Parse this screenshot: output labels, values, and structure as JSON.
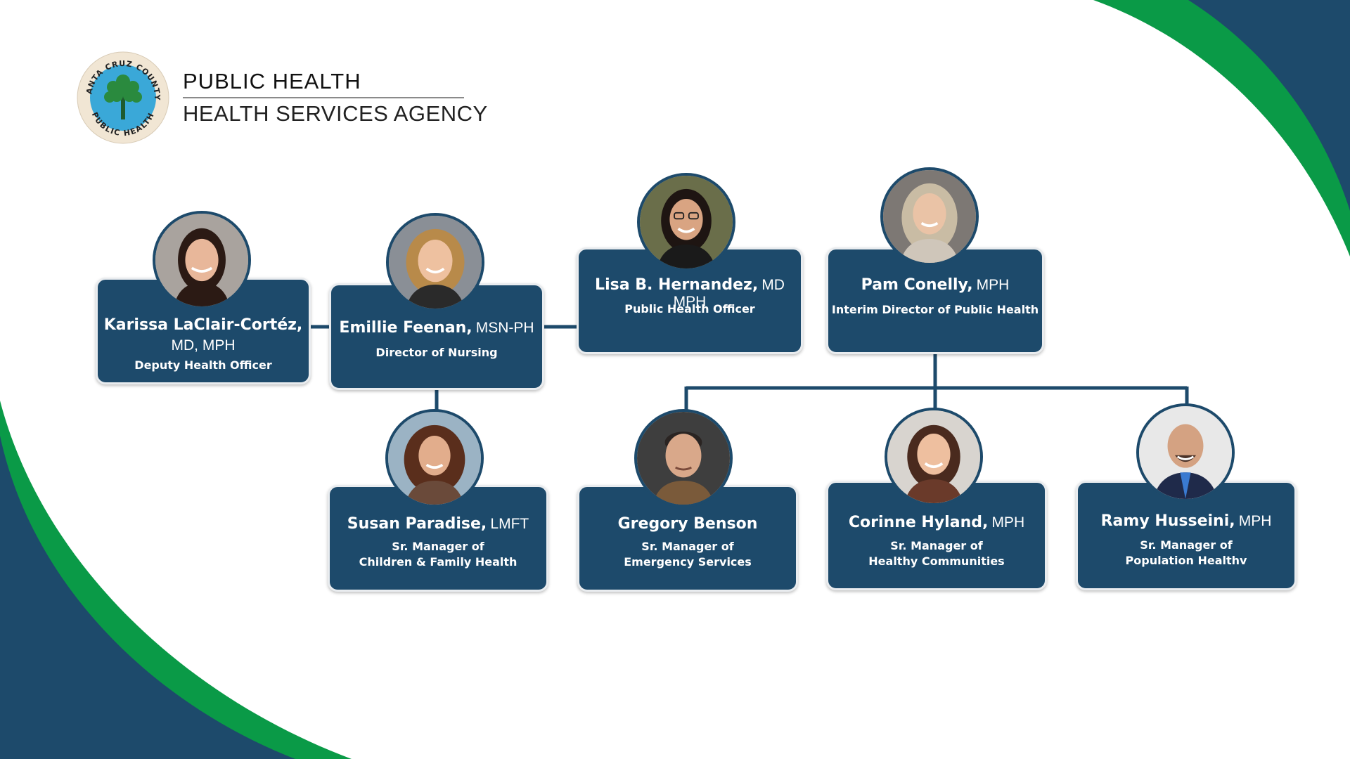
{
  "header": {
    "title": "PUBLIC HEALTH",
    "subtitle": "HEALTH SERVICES AGENCY",
    "logo_text_top": "SANTA CRUZ COUNTY",
    "logo_text_bottom": "PUBLIC HEALTH"
  },
  "colors": {
    "navy": "#1d4a6b",
    "green": "#0a9a47",
    "card_border": "#e9ecef"
  },
  "people": [
    {
      "name": "Karissa LaClair-Cortéz,",
      "credentials": "MD, MPH",
      "role": "Deputy Health Officer"
    },
    {
      "name": "Emillie Feenan,",
      "credentials": "MSN-PH",
      "role": "Director of Nursing"
    },
    {
      "name": "Lisa B. Hernandez,",
      "credentials": "MD MPH",
      "role": "Public Health Officer"
    },
    {
      "name": "Pam Conelly,",
      "credentials": "MPH",
      "role": "Interim Director of Public Health"
    },
    {
      "name": "Susan Paradise,",
      "credentials": "LMFT",
      "role_line1": "Sr. Manager of",
      "role_line2": "Children & Family Health"
    },
    {
      "name": "Gregory Benson",
      "role_line1": "Sr. Manager of",
      "role_line2": "Emergency Services"
    },
    {
      "name": "Corinne Hyland,",
      "credentials": "MPH",
      "role_line1": "Sr. Manager of",
      "role_line2": "Healthy Communities"
    },
    {
      "name": "Ramy Husseini,",
      "credentials": "MPH",
      "role_line1": "Sr. Manager of",
      "role_line2": "Population Healthv"
    }
  ]
}
